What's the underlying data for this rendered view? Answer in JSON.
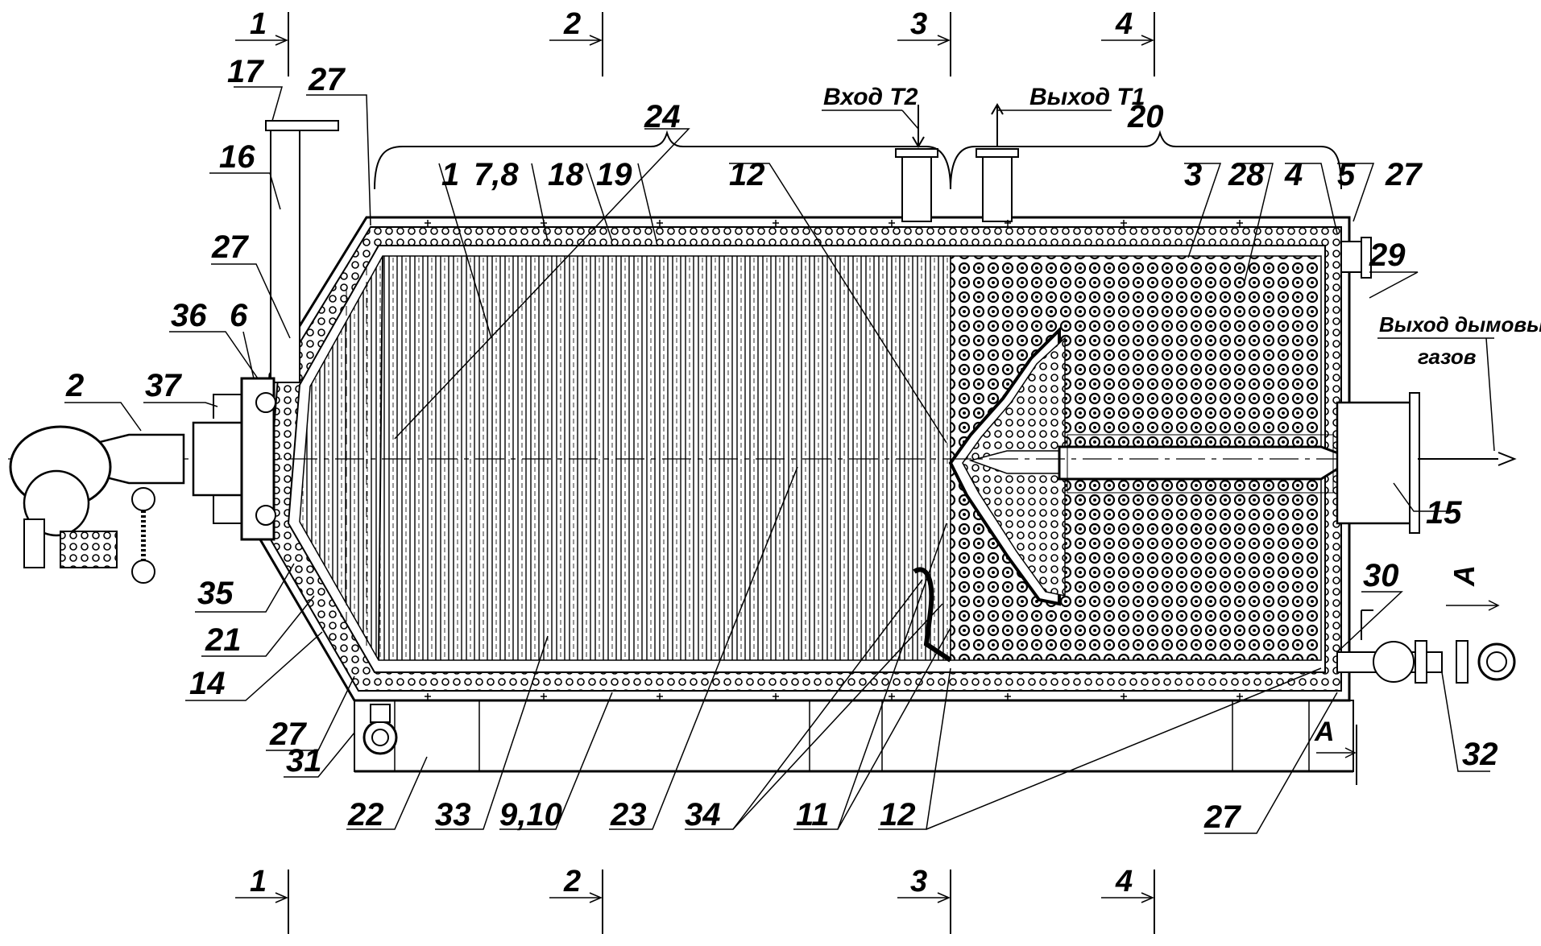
{
  "section_marks": {
    "top": [
      "1",
      "2",
      "3",
      "4"
    ],
    "bottom": [
      "1",
      "2",
      "3",
      "4"
    ]
  },
  "view_mark": "A",
  "flows": {
    "inlet_t2": "Вход Т2",
    "outlet_t1": "Выход Т1",
    "flue_gas_line1": "Выход дымовых",
    "flue_gas_line2": "газов"
  },
  "callouts": {
    "top_left": [
      "17",
      "16",
      "27",
      "27",
      "36",
      "6",
      "37",
      "2"
    ],
    "top": [
      "24",
      "1",
      "7,8",
      "18",
      "19",
      "12",
      "20",
      "3",
      "28",
      "4",
      "5",
      "27",
      "29"
    ],
    "right": [
      "15",
      "30",
      "32"
    ],
    "bottom_left": [
      "35",
      "21",
      "14",
      "27",
      "31"
    ],
    "bottom": [
      "22",
      "33",
      "9,10",
      "23",
      "34",
      "11",
      "12",
      "27"
    ]
  }
}
